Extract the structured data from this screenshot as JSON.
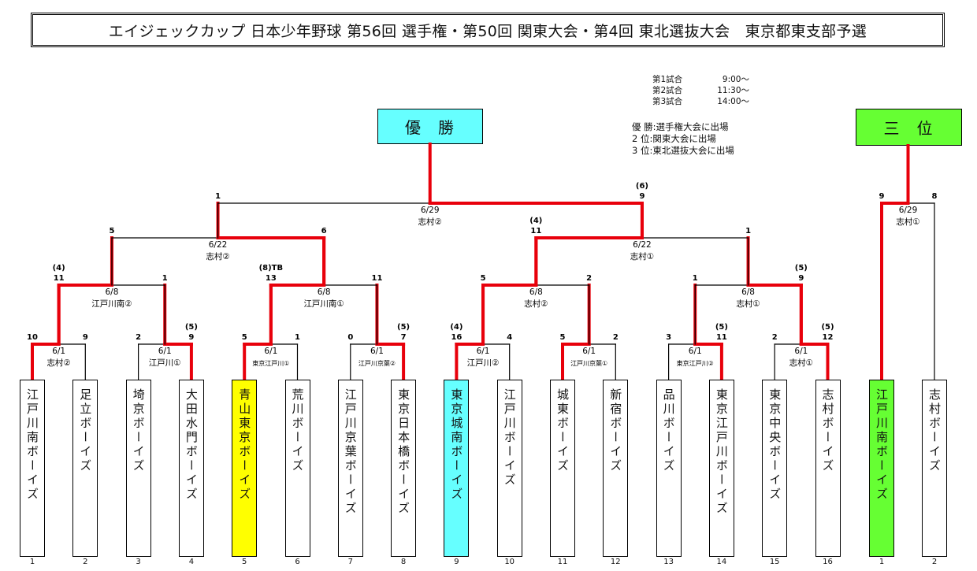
{
  "title": "エイジェックカップ 日本少年野球 第56回 選手権・第50回 関東大会・第4回 東北選抜大会　東京都東支部予選",
  "schedule": [
    {
      "label": "第1試合",
      "time": "9:00〜"
    },
    {
      "label": "第2試合",
      "time": "11:30〜"
    },
    {
      "label": "第3試合",
      "time": "14:00〜"
    }
  ],
  "legend": [
    "優 勝:選手権大会に出場",
    "2  位:関東大会に出場",
    "3  位:東北選抜大会に出場"
  ],
  "champion_label": "優勝",
  "third_place_label": "三位",
  "colors": {
    "winner_line": "#e8000b",
    "champion_fill": "#66ffff",
    "third_fill": "#66ff33",
    "highlight_yellow": "#ffff00"
  },
  "teams": [
    {
      "seed": "1",
      "name": "江戸川南ボーイズ",
      "highlight": ""
    },
    {
      "seed": "2",
      "name": "足立ボーイズ",
      "highlight": ""
    },
    {
      "seed": "3",
      "name": "埼京ボーイズ",
      "highlight": ""
    },
    {
      "seed": "4",
      "name": "大田水門ボーイズ",
      "highlight": ""
    },
    {
      "seed": "5",
      "name": "青山東京ボーイズ",
      "highlight": "yellow"
    },
    {
      "seed": "6",
      "name": "荒川ボーイズ",
      "highlight": ""
    },
    {
      "seed": "7",
      "name": "江戸川京葉ボーイズ",
      "highlight": ""
    },
    {
      "seed": "8",
      "name": "東京日本橋ボーイズ",
      "highlight": ""
    },
    {
      "seed": "9",
      "name": "東京城南ボーイズ",
      "highlight": "cyan"
    },
    {
      "seed": "10",
      "name": "江戸川ボーイズ",
      "highlight": ""
    },
    {
      "seed": "11",
      "name": "城東ボーイズ",
      "highlight": ""
    },
    {
      "seed": "12",
      "name": "新宿ボーイズ",
      "highlight": ""
    },
    {
      "seed": "13",
      "name": "品川ボーイズ",
      "highlight": ""
    },
    {
      "seed": "14",
      "name": "東京江戸川ボーイズ",
      "highlight": ""
    },
    {
      "seed": "15",
      "name": "東京中央ボーイズ",
      "highlight": ""
    },
    {
      "seed": "16",
      "name": "志村ボーイズ",
      "highlight": ""
    },
    {
      "seed": "1",
      "name": "江戸川南ボーイズ",
      "highlight": "green"
    },
    {
      "seed": "2",
      "name": "志村ボーイズ",
      "highlight": ""
    }
  ],
  "matches": {
    "r1": [
      {
        "date": "6/1",
        "venue": "志村②",
        "left_score": "10",
        "right_score": "9",
        "left_note": "",
        "right_note": "",
        "winner": "left",
        "small": false
      },
      {
        "date": "6/1",
        "venue": "江戸川①",
        "left_score": "2",
        "right_score": "9",
        "left_note": "",
        "right_note": "(5)",
        "winner": "right",
        "small": false
      },
      {
        "date": "6/1",
        "venue": "東京江戸川①",
        "left_score": "5",
        "right_score": "1",
        "left_note": "",
        "right_note": "",
        "winner": "left",
        "small": true
      },
      {
        "date": "6/1",
        "venue": "江戸川京葉②",
        "left_score": "0",
        "right_score": "7",
        "left_note": "",
        "right_note": "(5)",
        "winner": "right",
        "small": true
      },
      {
        "date": "6/1",
        "venue": "江戸川②",
        "left_score": "16",
        "right_score": "4",
        "left_note": "(4)",
        "right_note": "",
        "winner": "left",
        "small": false
      },
      {
        "date": "6/1",
        "venue": "江戸川京葉①",
        "left_score": "5",
        "right_score": "2",
        "left_note": "",
        "right_note": "",
        "winner": "left",
        "small": true
      },
      {
        "date": "6/1",
        "venue": "東京江戸川②",
        "left_score": "3",
        "right_score": "11",
        "left_note": "",
        "right_note": "(5)",
        "winner": "right",
        "small": true
      },
      {
        "date": "6/1",
        "venue": "志村①",
        "left_score": "2",
        "right_score": "12",
        "left_note": "",
        "right_note": "(5)",
        "winner": "right",
        "small": false
      }
    ],
    "r2": [
      {
        "date": "6/8",
        "venue": "江戸川南②",
        "left_score": "11",
        "right_score": "1",
        "left_note": "(4)",
        "right_note": "",
        "winner": "left"
      },
      {
        "date": "6/8",
        "venue": "江戸川南①",
        "left_score": "13",
        "right_score": "11",
        "left_note": "(8)TB",
        "right_note": "",
        "winner": "left"
      },
      {
        "date": "6/8",
        "venue": "志村②",
        "left_score": "5",
        "right_score": "2",
        "left_note": "",
        "right_note": "",
        "winner": "left"
      },
      {
        "date": "6/8",
        "venue": "志村①",
        "left_score": "1",
        "right_score": "9",
        "left_note": "",
        "right_note": "(5)",
        "winner": "right"
      }
    ],
    "r3": [
      {
        "date": "6/22",
        "venue": "志村②",
        "left_score": "5",
        "right_score": "6",
        "left_note": "",
        "right_note": "",
        "winner": "right"
      },
      {
        "date": "6/22",
        "venue": "志村①",
        "left_score": "11",
        "right_score": "1",
        "left_note": "(4)",
        "right_note": "",
        "winner": "left"
      }
    ],
    "final": {
      "date": "6/29",
      "venue": "志村②",
      "left_score": "1",
      "right_score": "9",
      "left_note": "",
      "right_note": "(6)",
      "winner": "right"
    },
    "third": {
      "date": "6/29",
      "venue": "志村①",
      "left_score": "9",
      "right_score": "8",
      "left_note": "",
      "right_note": "",
      "winner": "left"
    }
  }
}
